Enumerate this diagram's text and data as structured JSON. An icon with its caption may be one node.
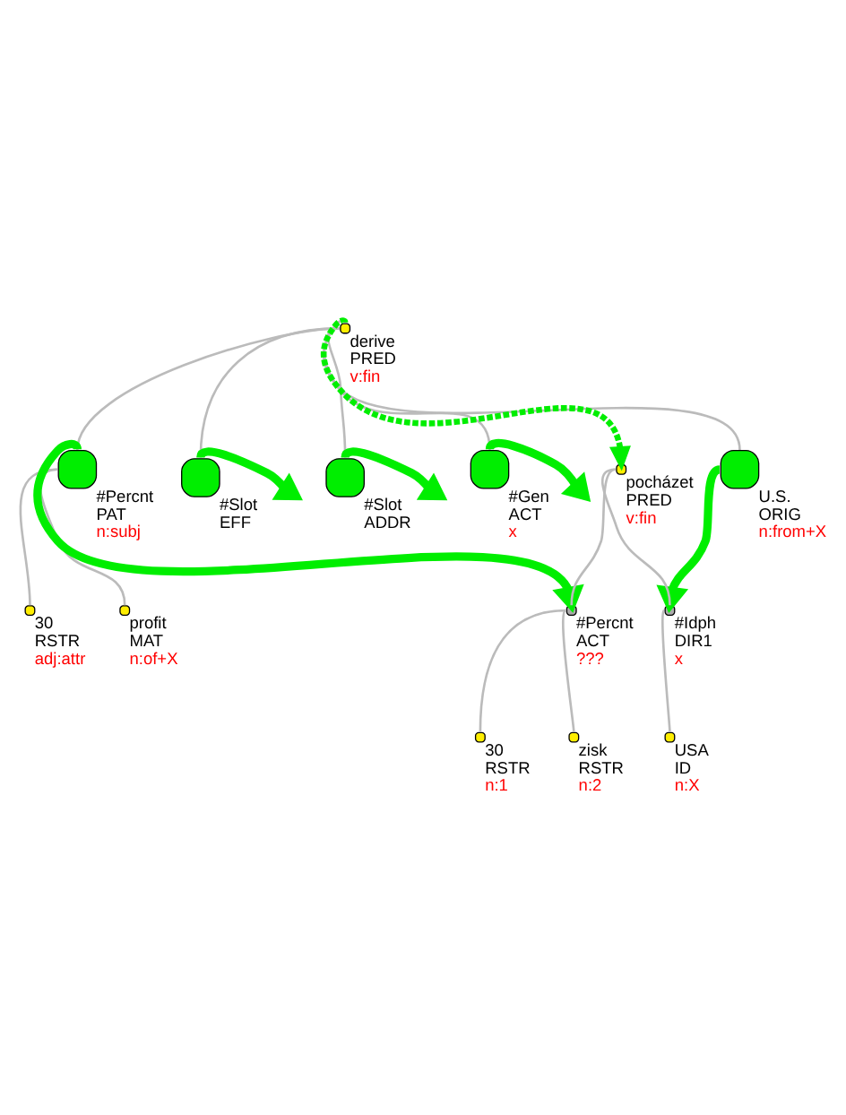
{
  "diagram": {
    "nodes": [
      {
        "text": [
          "derive",
          "PRED",
          "v:fin"
        ]
      },
      {
        "text": [
          "#Percnt",
          "PAT",
          "n:subj"
        ]
      },
      {
        "text": [
          "#Slot",
          "EFF"
        ]
      },
      {
        "text": [
          "#Slot",
          "ADDR"
        ]
      },
      {
        "text": [
          "#Gen",
          "ACT",
          "x"
        ]
      },
      {
        "text": [
          "U.S.",
          "ORIG",
          "n:from+X"
        ]
      },
      {
        "text": [
          "30",
          "RSTR",
          "adj:attr"
        ]
      },
      {
        "text": [
          "profit",
          "MAT",
          "n:of+X"
        ]
      },
      {
        "text": [
          "pocházet",
          "PRED",
          "v:fin"
        ]
      },
      {
        "text": [
          "#Percnt",
          "ACT",
          "???"
        ]
      },
      {
        "text": [
          "#Idph",
          "DIR1",
          "x"
        ]
      },
      {
        "text": [
          "30",
          "RSTR",
          "n:1"
        ]
      },
      {
        "text": [
          "zisk",
          "RSTR",
          "n:2"
        ]
      },
      {
        "text": [
          "USA",
          "ID",
          "n:X"
        ]
      }
    ],
    "edges": [
      {
        "from": 0,
        "to": 1,
        "arrow": "none"
      },
      {
        "from": 0,
        "to": 2,
        "arrow": "none"
      },
      {
        "from": 0,
        "to": 3,
        "arrow": "none"
      },
      {
        "from": 0,
        "to": 4,
        "arrow": "none"
      },
      {
        "from": 0,
        "to": 5,
        "arrow": "none"
      },
      {
        "from": 1,
        "to": 6,
        "arrow": "none"
      },
      {
        "from": 1,
        "to": 7,
        "arrow": "none"
      },
      {
        "from": 8,
        "to": 9,
        "arrow": "none"
      },
      {
        "from": 8,
        "to": 10,
        "arrow": "none"
      },
      {
        "from": 9,
        "to": 11,
        "arrow": "none"
      },
      {
        "from": 9,
        "to": 12,
        "arrow": "none"
      },
      {
        "from": 10,
        "to": 13,
        "arrow": "none"
      },
      {
        "from": 0,
        "to": 8,
        "arrow": "to",
        "style": "dashed",
        "color": "#00ee00"
      },
      {
        "from": 1,
        "to": 9,
        "arrow": "to",
        "style": "thick",
        "color": "#00ee00"
      },
      {
        "from": 5,
        "to": 10,
        "arrow": "to",
        "style": "thick",
        "color": "#00ee00"
      },
      {
        "from": 2,
        "to": null,
        "arrow": "to",
        "style": "thick",
        "color": "#00ee00"
      },
      {
        "from": 3,
        "to": null,
        "arrow": "to",
        "style": "thick",
        "color": "#00ee00"
      },
      {
        "from": 4,
        "to": null,
        "arrow": "to",
        "style": "thick",
        "color": "#00ee00"
      }
    ]
  }
}
